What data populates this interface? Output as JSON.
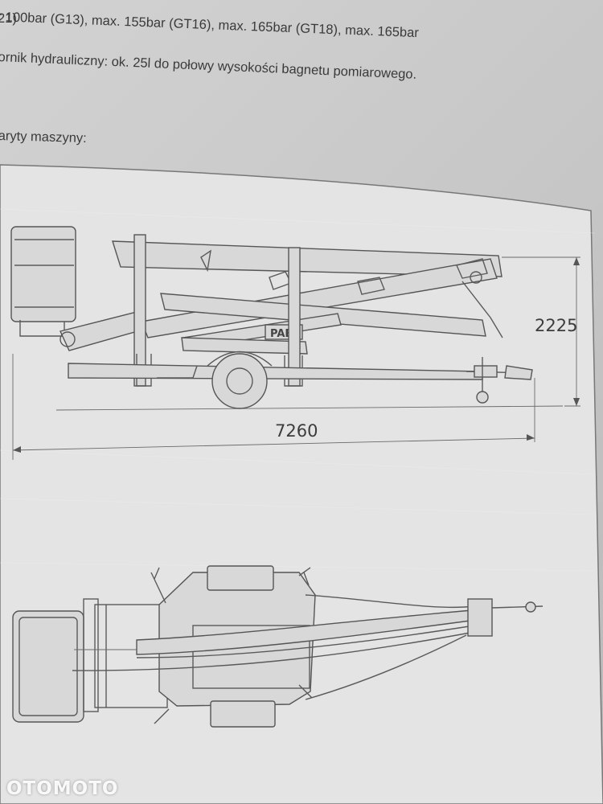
{
  "header_lines": [
    "r 100bar (G13), max. 155bar (GT16), max. 165bar (GT18), max. 165bar",
    "21)",
    "ornik hydrauliczny: ok. 25l do połowy wysokości bagnetu pomiarowego.",
    "aryty maszyny:"
  ],
  "dimensions": {
    "height": "2225",
    "length": "7260"
  },
  "brand_plate": "PAB",
  "watermark": "OTOMOTO"
}
